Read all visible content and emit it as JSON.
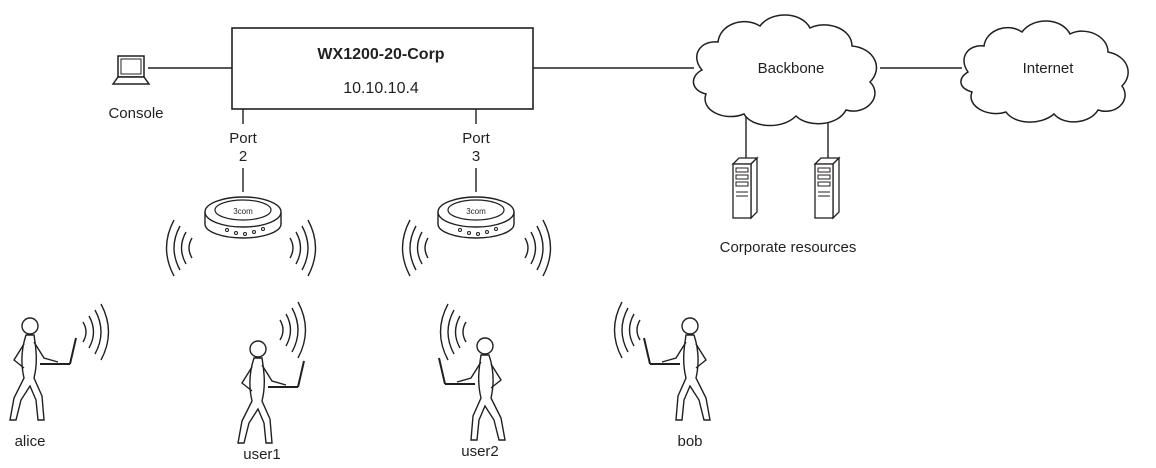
{
  "switch": {
    "name": "WX1200-20-Corp",
    "ip": "10.10.10.4"
  },
  "console_label": "Console",
  "ports": [
    {
      "word": "Port",
      "number": "2"
    },
    {
      "word": "Port",
      "number": "3"
    }
  ],
  "ap_brand": "3com",
  "clouds": {
    "backbone": "Backbone",
    "internet": "Internet"
  },
  "servers_label": "Corporate resources",
  "users": [
    "alice",
    "user1",
    "user2",
    "bob"
  ],
  "colors": {
    "line": "#231f20",
    "background": "#ffffff"
  }
}
